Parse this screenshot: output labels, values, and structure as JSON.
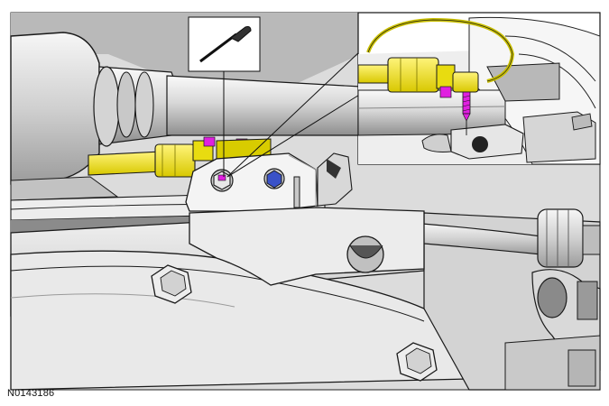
{
  "figure": {
    "reference_code": "N0143186",
    "components": {
      "tool_callout": "screwdriver-icon",
      "detail_callout": "connector-detail-inset",
      "connector": "electrical-connector",
      "fastener": "retaining-bolt",
      "nut": "hex-nut"
    },
    "colors": {
      "background": "#ffffff",
      "metal_light": "#e6e6e6",
      "metal_mid": "#c4c4c4",
      "metal_dark": "#8a8a8a",
      "outline": "#1a1a1a",
      "connector": "#f2e600",
      "wire": "#c9bf00",
      "highlight": "#e020e0",
      "bolt_blue": "#3a52c8"
    }
  }
}
